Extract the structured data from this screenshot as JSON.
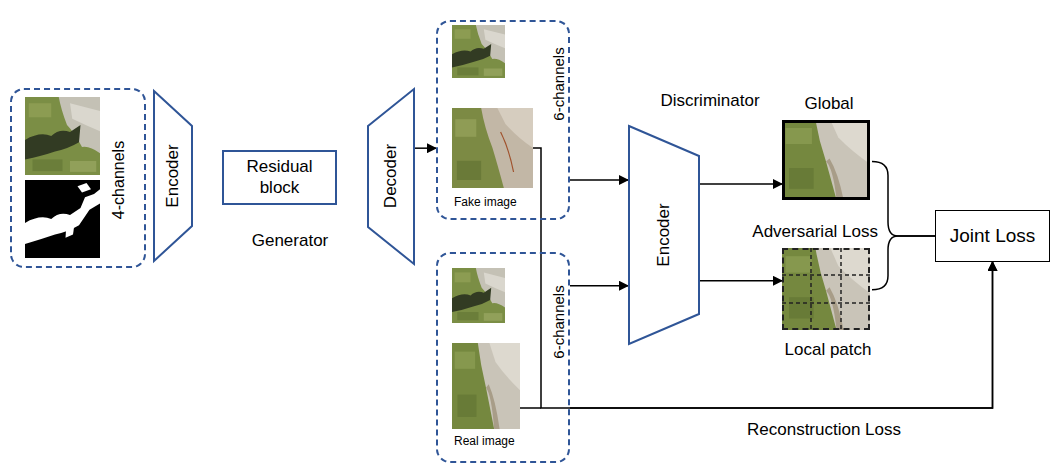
{
  "diagram": {
    "nodes": [
      {
        "text": [
          "4-channels"
        ]
      },
      {
        "text": [
          "Encoder"
        ]
      },
      {
        "text": [
          "Residual block"
        ]
      },
      {
        "text": [
          "Decoder"
        ]
      },
      {
        "text": [
          "Fake image",
          "6-channels"
        ]
      },
      {
        "text": [
          "Real image",
          "6-channels"
        ]
      },
      {
        "text": [
          "Discriminator",
          "Encoder"
        ]
      },
      {
        "text": [
          "Global"
        ]
      },
      {
        "text": [
          "Local patch"
        ]
      },
      {
        "text": [
          "Joint Loss"
        ]
      }
    ],
    "edges": [
      {
        "from": 3,
        "to": 4,
        "arrow": "to"
      },
      {
        "from": 4,
        "to": 6,
        "arrow": "to"
      },
      {
        "from": 5,
        "to": 6,
        "arrow": "to"
      },
      {
        "from": 6,
        "to": 7,
        "arrow": "to"
      },
      {
        "from": 6,
        "to": 8,
        "arrow": "to"
      },
      {
        "from": 7,
        "to": 9,
        "arrow": "none"
      },
      {
        "from": 8,
        "to": 9,
        "arrow": "none"
      },
      {
        "from": 4,
        "to": 9,
        "arrow": "to"
      },
      {
        "from": 5,
        "to": 9,
        "label": "Reconstruction Loss",
        "arrow": "to"
      }
    ],
    "labels": [
      "Generator",
      "Adversarial Loss"
    ]
  }
}
